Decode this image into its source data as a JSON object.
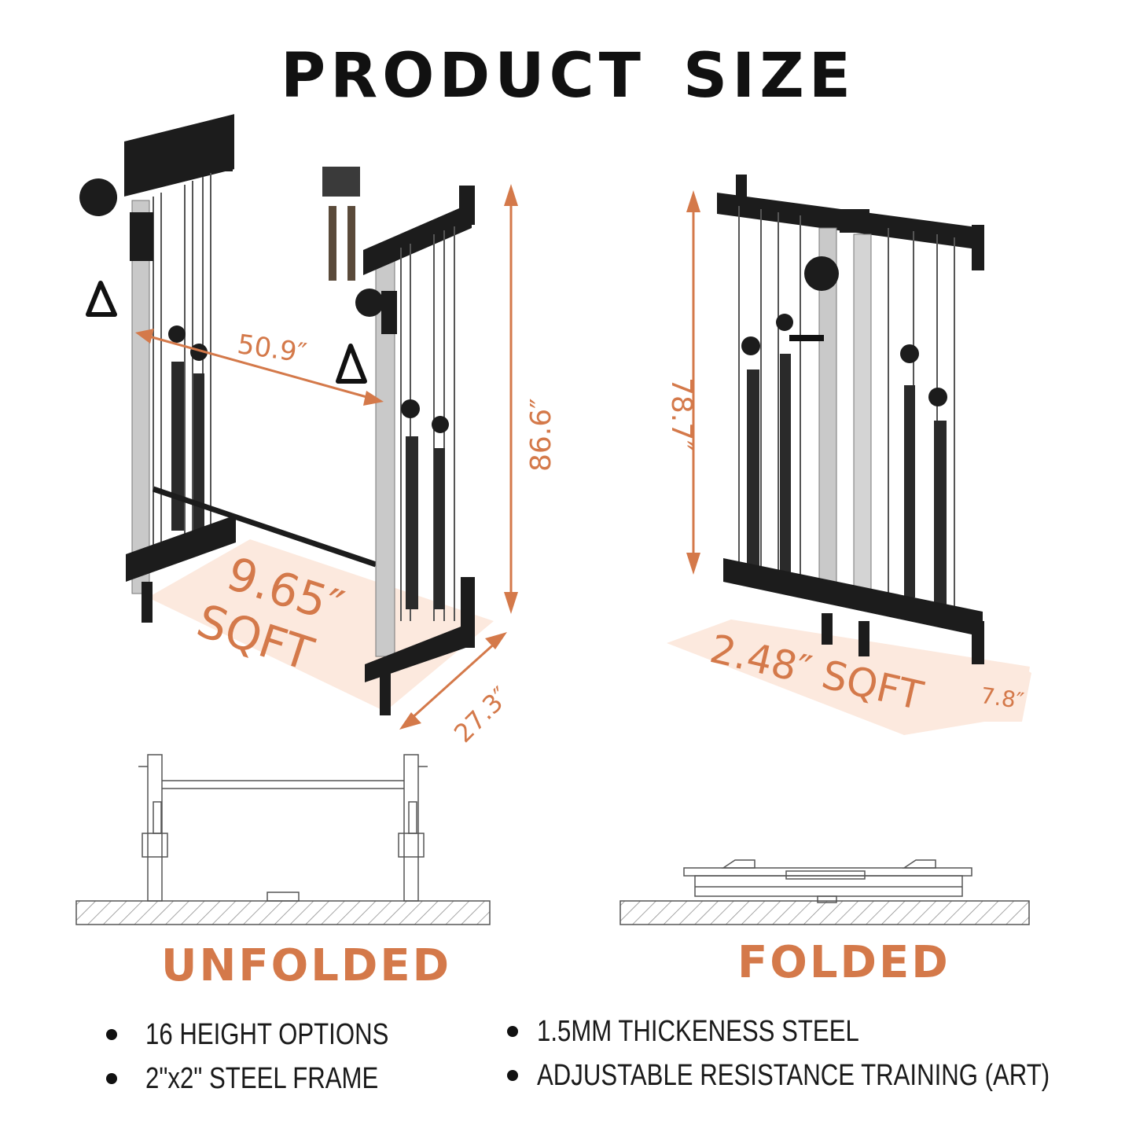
{
  "title": {
    "word1": "PRODUCT",
    "word2": "SIZE"
  },
  "unfolded": {
    "width_label": "50.9″",
    "height_label": "86.6″",
    "depth_label": "27.3″",
    "area_value": "9.65″",
    "area_unit": "SQFT",
    "caption": "UNFOLDED"
  },
  "folded": {
    "height_label": "78.7″",
    "depth_label": "7.8″",
    "area_label": "2.48″ SQFT",
    "caption": "FOLDED"
  },
  "features": {
    "left": [
      "16 HEIGHT OPTIONS",
      "2\"x2\" STEEL FRAME"
    ],
    "right": [
      "1.5MM THICKENESS STEEL",
      "ADJUSTABLE RESISTANCE TRAINING (ART)"
    ]
  },
  "colors": {
    "accent": "#d4794a",
    "area_fill": "#fce9de",
    "frame": "#1c1c1c",
    "upright": "#c9c9c9"
  }
}
